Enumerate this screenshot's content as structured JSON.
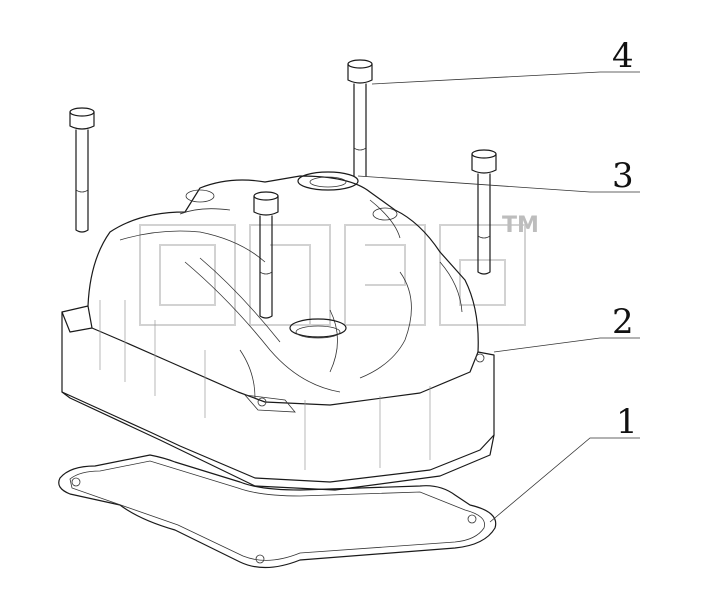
{
  "callouts": [
    {
      "id": "1",
      "text": "1"
    },
    {
      "id": "2",
      "text": "2"
    },
    {
      "id": "3",
      "text": "3"
    },
    {
      "id": "4",
      "text": "4"
    }
  ],
  "watermark": {
    "text": "TM"
  },
  "colors": {
    "line": "#1a1a1a",
    "watermark": "#c8c8c8"
  }
}
